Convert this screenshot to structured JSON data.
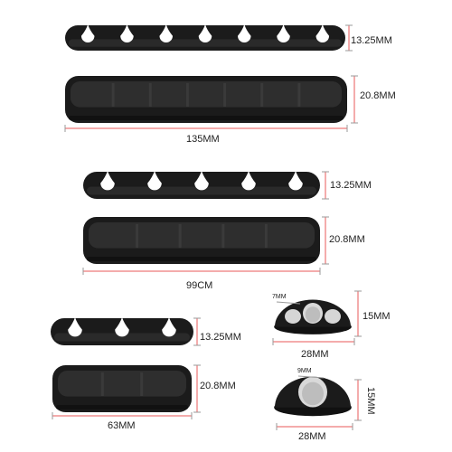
{
  "colors": {
    "body": "#1b1b1b",
    "slot": "#2e2e2e",
    "dimension_line": "#e85a5a",
    "guide": "#9a9a9a"
  },
  "items": [
    {
      "id": "organizer-7-slot",
      "slots": 7,
      "top_height": "13.25MM",
      "body_height": "20.8MM",
      "length": "135MM"
    },
    {
      "id": "organizer-5-slot",
      "slots": 5,
      "top_height": "13.25MM",
      "body_height": "20.8MM",
      "length": "99CM"
    },
    {
      "id": "organizer-3-slot",
      "slots": 3,
      "top_height": "13.25MM",
      "body_height": "20.8MM",
      "length": "63MM"
    },
    {
      "id": "round-clip-small",
      "hole": "7MM",
      "height": "15MM",
      "width": "28MM"
    },
    {
      "id": "round-clip-large",
      "hole": "9MM",
      "height": "15MM",
      "width": "28MM"
    }
  ]
}
